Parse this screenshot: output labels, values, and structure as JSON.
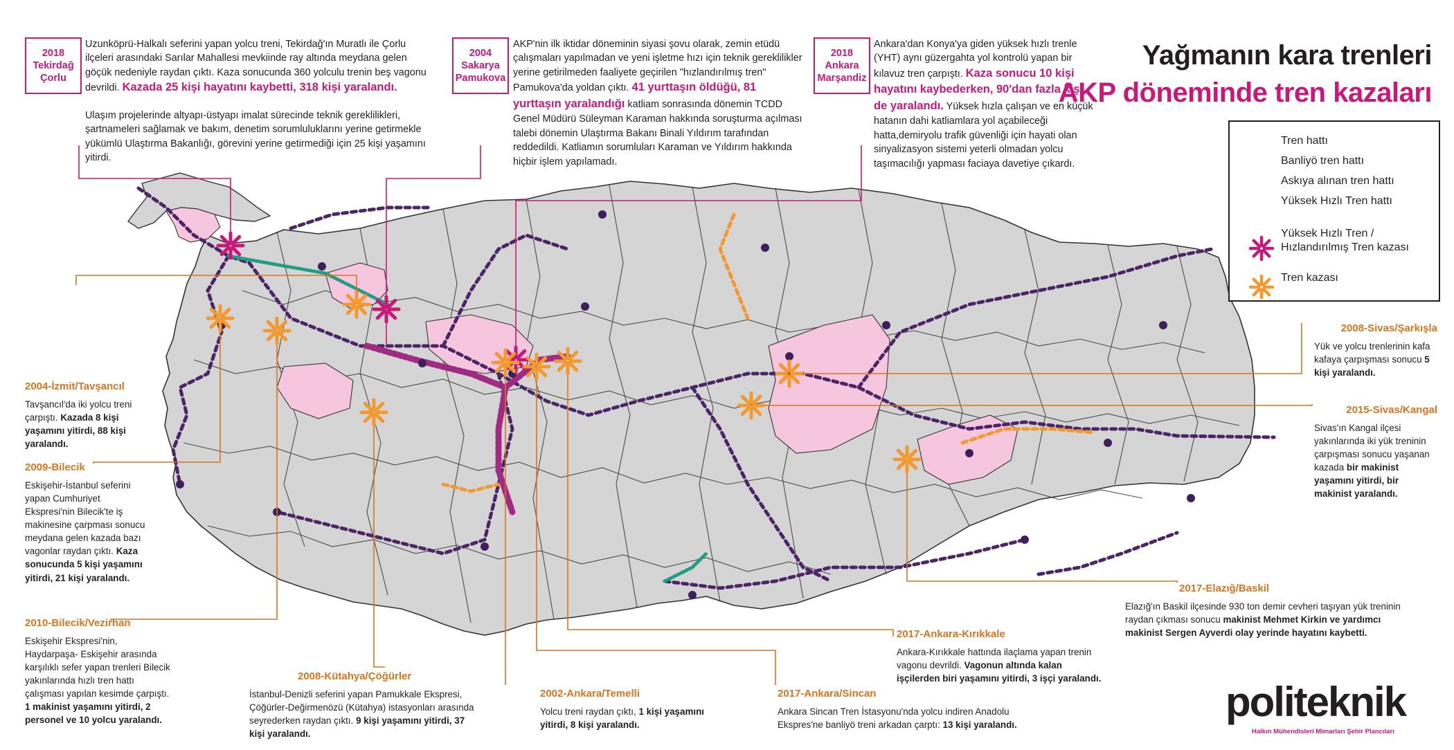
{
  "title": {
    "line1": "Yağmanın kara trenleri",
    "line2": "AKP döneminde tren kazaları"
  },
  "colors": {
    "accent": "#c8197b",
    "orange": "#f29a2e",
    "label_orange": "#d9751e",
    "track": "#4b2566",
    "suburban": "#1f9e82",
    "land": "#d5d5d5",
    "border": "#333333",
    "highlight": "#f5c6dd"
  },
  "legend": [
    {
      "type": "track",
      "label": "Tren hattı"
    },
    {
      "type": "suburban",
      "label": "Banliyö tren hattı"
    },
    {
      "type": "suspended",
      "label": "Askıya alınan tren hattı"
    },
    {
      "type": "highspeed",
      "label": "Yüksek Hızlı Tren hattı"
    },
    {
      "type": "yht-accident",
      "label": "Yüksek Hızlı Tren / Hızlandırılmış Tren kazası"
    },
    {
      "type": "accident",
      "label": "Tren kazası"
    }
  ],
  "major": {
    "corlu": {
      "year": "2018",
      "place1": "Tekirdağ",
      "place2": "Çorlu",
      "p1": "Uzunköprü-Halkalı seferini yapan yolcu treni, Tekirdağ'ın Muratlı ile Çorlu ilçeleri arasındaki Sarılar Mahallesi mevkiinde ray altında meydana gelen göçük nedeniyle raydan çıktı. Kaza sonucunda 360 yolculu trenin beş vagonu devrildi.",
      "p1_hl": "Kazada 25 kişi hayatını kaybetti, 318 kişi yaralandı.",
      "p2": "Ulaşım projelerinde altyapı-üstyapı imalat sürecinde teknik gereklilikleri, şartnameleri sağlamak ve bakım, denetim sorumluluklarını yerine getirmekle yükümlü Ulaştırma Bakanlığı, görevini yerine getirmediği için 25 kişi yaşamını yitirdi."
    },
    "pamukova": {
      "year": "2004",
      "place1": "Sakarya",
      "place2": "Pamukova",
      "p1": "AKP'nin ilk iktidar döneminin siyasi şovu olarak, zemin etüdü çalışmaları yapılmadan ve yeni işletme hızı için teknik gereklilikler yerine getirilmeden faaliyete geçirilen \"hızlandırılmış tren\" Pamukova'da yoldan çıktı.",
      "p1_hl": "41 yurttaşın öldüğü, 81 yurttaşın yaralandığı",
      "p2": "katliam sonrasında dönemin TCDD Genel Müdürü Süleyman Karaman hakkında soruşturma açılması talebi dönemin Ulaştırma Bakanı Binali Yıldırım tarafından reddedildi. Katliamın sorumluları Karaman ve Yıldırım hakkında hiçbir işlem yapılamadı."
    },
    "marsandiz": {
      "year": "2018",
      "place1": "Ankara",
      "place2": "Marşandiz",
      "p1": "Ankara'dan Konya'ya giden yüksek hızlı trenle (YHT) aynı güzergahta yol kontrolü yapan bir kılavuz tren çarpıştı.",
      "p1_hl": "Kaza sonucu 10 kişi hayatını kaybederken, 90'dan fazla kişi de yaralandı.",
      "p2": "Yüksek hızla çalışan ve en küçük hatanın dahi katliamlara yol açabileceği hatta,demiryolu trafik güvenliği için hayati olan sinyalizasyon sistemi yeterli olmadan yolcu taşımacılığı yapması faciaya davetiye çıkardı."
    }
  },
  "annotations": {
    "izmit": {
      "title": "2004-İzmit/Tavşancıl",
      "text": "Tavşancıl'da iki yolcu treni çarpıştı.",
      "bold": "Kazada 8 kişi yaşamını yitirdi, 88 kişi yaralandı."
    },
    "bilecik": {
      "title": "2009-Bilecik",
      "text": "Eskişehir-İstanbul seferini yapan Cumhuriyet Ekspresi'nin Bilecik'te iş makinesine çarpması sonucu meydana gelen kazada bazı vagonlar raydan çıktı.",
      "bold": "Kaza sonucunda 5 kişi yaşamını yitirdi, 21 kişi yaralandı."
    },
    "vezirhan": {
      "title": "2010-Bilecik/Vezirhan",
      "text": "Eskişehir Ekspresi'nin, Haydarpaşa- Eskişehir arasında karşılıklı sefer yapan trenleri Bilecik yakınlarında hızlı tren hattı çalışması yapılan kesimde çarpıştı.",
      "bold": "1 makinist yaşamını yitirdi, 2 personel ve 10 yolcu yaralandı."
    },
    "kutahya": {
      "title": "2008-Kütahya/Çöğürler",
      "text": "İstanbul-Denizli seferini yapan Pamukkale Ekspresi, Çöğürler-Değirmenözü (Kütahya) istasyonları arasında seyrederken raydan çıktı.",
      "bold": "9 kişi yaşamını yitirdi, 37 kişi yaralandı."
    },
    "temelli": {
      "title": "2002-Ankara/Temelli",
      "text": "Yolcu treni raydan çıktı,",
      "bold": "1 kişi yaşamını yitirdi, 8 kişi yaralandı."
    },
    "sincan": {
      "title": "2017-Ankara/Sincan",
      "text": "Ankara Sincan Tren İstasyonu'nda yolcu indiren Anadolu Ekspres'ne banliyö treni arkadan çarptı:",
      "bold": "13 kişi yaralandı."
    },
    "kirikkale": {
      "title": "2017-Ankara-Kırıkkale",
      "text": "Ankara-Kırıkkale hattında ilaçlama yapan trenin vagonu devrildi.",
      "bold": "Vagonun altında kalan işçilerden biri yaşamını yitirdi, 3 işçi yaralandı."
    },
    "elazig": {
      "title": "2017-Elazığ/Baskil",
      "text": "Elazığ'ın Baskil ilçesinde 930 ton demir cevheri taşıyan yük treninin raydan çıkması sonucu",
      "bold": "makinist Mehmet Kirkin ve yardımcı makinist Sergen Ayverdi olay yerinde hayatını kaybetti."
    },
    "sarkisla": {
      "title": "2008-Sivas/Şarkışla",
      "text": "Yük ve yolcu trenlerinin kafa kafaya çarpışması sonucu",
      "bold": "5 kişi yaralandı."
    },
    "kangal": {
      "title": "2015-Sivas/Kangal",
      "text": "Sivas'ın Kangal ilçesi yakınlarında iki yük treninin çarpışması sonucu yaşanan kazada",
      "bold": "bir makinist yaşamını yitirdi, bir makinist yaralandı."
    }
  },
  "logo": {
    "name": "politeknik",
    "subtitle": "Halkın Mühendisleri Mimarları Şehir Plancıları"
  }
}
